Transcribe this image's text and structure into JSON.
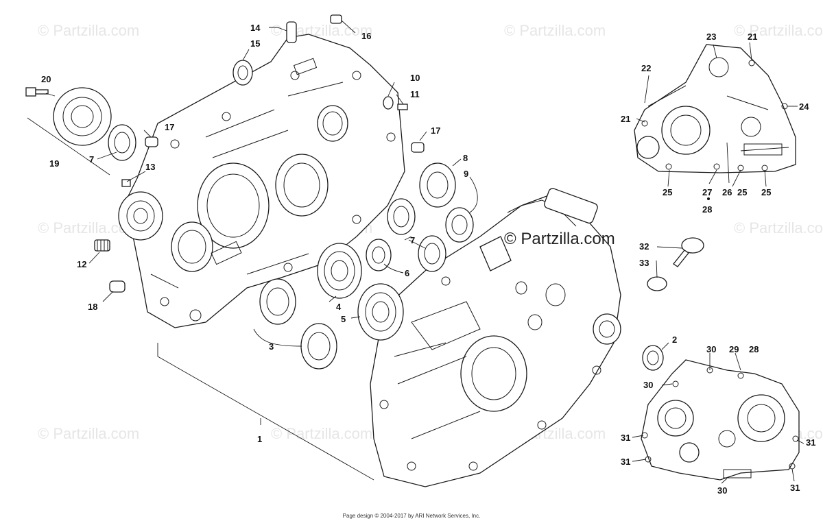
{
  "watermark": "© Partzilla.com",
  "center_watermark": "© Partzilla.com",
  "footer": "Page design © 2004-2017 by ARI Network Services, Inc.",
  "callouts": [
    {
      "id": "c1",
      "text": "1"
    },
    {
      "id": "c2",
      "text": "2"
    },
    {
      "id": "c3",
      "text": "3"
    },
    {
      "id": "c4",
      "text": "4"
    },
    {
      "id": "c5",
      "text": "5"
    },
    {
      "id": "c6",
      "text": "6"
    },
    {
      "id": "c7a",
      "text": "7"
    },
    {
      "id": "c7b",
      "text": "7"
    },
    {
      "id": "c8",
      "text": "8"
    },
    {
      "id": "c9",
      "text": "9"
    },
    {
      "id": "c10",
      "text": "10"
    },
    {
      "id": "c11",
      "text": "11"
    },
    {
      "id": "c12",
      "text": "12"
    },
    {
      "id": "c13",
      "text": "13"
    },
    {
      "id": "c14",
      "text": "14"
    },
    {
      "id": "c15",
      "text": "15"
    },
    {
      "id": "c16",
      "text": "16"
    },
    {
      "id": "c17a",
      "text": "17"
    },
    {
      "id": "c17b",
      "text": "17"
    },
    {
      "id": "c18",
      "text": "18"
    },
    {
      "id": "c19",
      "text": "19"
    },
    {
      "id": "c20",
      "text": "20"
    },
    {
      "id": "c21a",
      "text": "21"
    },
    {
      "id": "c21b",
      "text": "21"
    },
    {
      "id": "c22",
      "text": "22"
    },
    {
      "id": "c23",
      "text": "23"
    },
    {
      "id": "c24",
      "text": "24"
    },
    {
      "id": "c25a",
      "text": "25"
    },
    {
      "id": "c25b",
      "text": "25"
    },
    {
      "id": "c25c",
      "text": "25"
    },
    {
      "id": "c26",
      "text": "26"
    },
    {
      "id": "c27",
      "text": "27"
    },
    {
      "id": "c28a",
      "text": "28"
    },
    {
      "id": "c28b",
      "text": "28"
    },
    {
      "id": "c29",
      "text": "29"
    },
    {
      "id": "c30a",
      "text": "30"
    },
    {
      "id": "c30b",
      "text": "30"
    },
    {
      "id": "c30c",
      "text": "30"
    },
    {
      "id": "c31a",
      "text": "31"
    },
    {
      "id": "c31b",
      "text": "31"
    },
    {
      "id": "c31c",
      "text": "31"
    },
    {
      "id": "c31d",
      "text": "31"
    },
    {
      "id": "c32",
      "text": "32"
    },
    {
      "id": "c33",
      "text": "33"
    }
  ]
}
